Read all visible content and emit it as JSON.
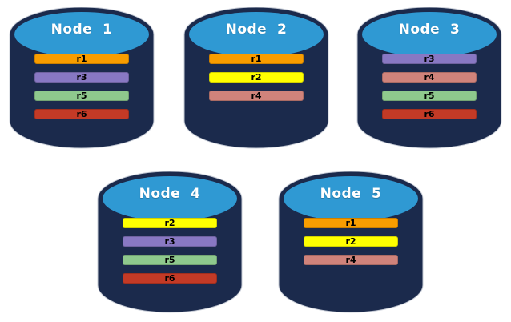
{
  "diagram": {
    "description": "Five database node cylinders holding replica bars",
    "background": "#FFFFFF"
  },
  "palette": {
    "cylinder_body": "#1B2A4C",
    "cylinder_cap": "#2F99D3",
    "title_text": "#FFFFFF",
    "bar_text": "#000000",
    "replicas": {
      "r1": "#F99D00",
      "r2": "#FFFF00",
      "r3": "#8878C3",
      "r4": "#D0837B",
      "r5": "#8EC98D",
      "r6": "#C33A26"
    }
  },
  "nodes": [
    {
      "label": "Node  1",
      "replicas": [
        "r1",
        "r3",
        "r5",
        "r6"
      ]
    },
    {
      "label": "Node  2",
      "replicas": [
        "r1",
        "r2",
        "r4"
      ]
    },
    {
      "label": "Node  3",
      "replicas": [
        "r3",
        "r4",
        "r5",
        "r6"
      ]
    },
    {
      "label": "Node  4",
      "replicas": [
        "r2",
        "r3",
        "r5",
        "r6"
      ]
    },
    {
      "label": "Node  5",
      "replicas": [
        "r1",
        "r2",
        "r4"
      ]
    }
  ]
}
